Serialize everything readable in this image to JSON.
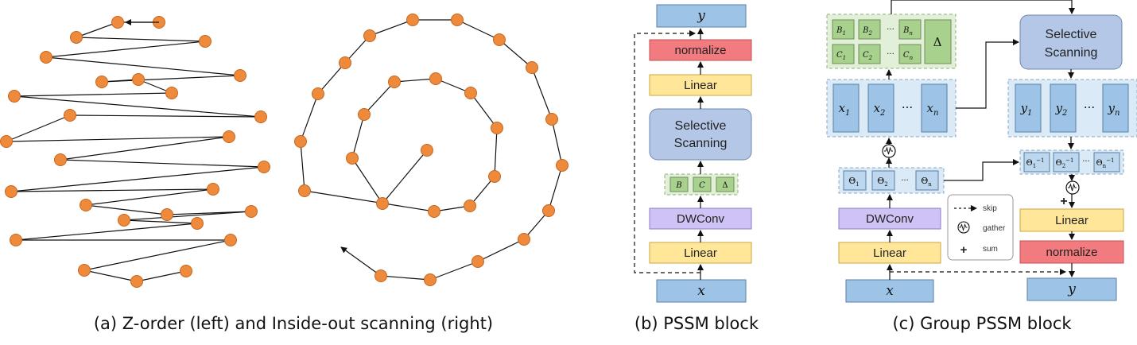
{
  "captions": {
    "a": "(a) Z-order (left) and Inside-out scanning (right)",
    "b": "(b) PSSM block",
    "c": "(c) Group PSSM block"
  },
  "pssm": {
    "y": "y",
    "normalize": "normalize",
    "linear_top": "Linear",
    "selective_1": "Selective",
    "selective_2": "Scanning",
    "B": "B",
    "C": "C",
    "delta": "Δ",
    "dwconv": "DWConv",
    "linear_bottom": "Linear",
    "x": "x"
  },
  "group": {
    "B1": "B",
    "B1s": "1",
    "B2": "B",
    "B2s": "2",
    "Bn": "B",
    "Bns": "n",
    "C1": "C",
    "C1s": "1",
    "C2": "C",
    "C2s": "2",
    "Cn": "C",
    "Cns": "n",
    "dots": "···",
    "delta": "Δ",
    "selective_1": "Selective",
    "selective_2": "Scanning",
    "x1": "x",
    "x1s": "1",
    "x2": "x",
    "x2s": "2",
    "xn": "x",
    "xns": "n",
    "y1": "y",
    "y1s": "1",
    "y2": "y",
    "y2s": "2",
    "yn": "y",
    "yns": "n",
    "t1": "Θ",
    "t1s": "1",
    "t2": "Θ",
    "t2s": "2",
    "tn": "Θ",
    "tns": "n",
    "ti1": "Θ",
    "ti1s": "1",
    "ti1p": "−1",
    "ti2": "Θ",
    "ti2s": "2",
    "ti2p": "−1",
    "tin": "Θ",
    "tins": "n",
    "tinp": "−1",
    "dwconv": "DWConv",
    "linear_left": "Linear",
    "linear_right": "Linear",
    "normalize": "normalize",
    "x": "x",
    "y": "y",
    "plus": "+",
    "legend_skip": "skip",
    "legend_gather": "gather",
    "legend_sum": "sum"
  },
  "colors": {
    "point": "#ee8a3c",
    "blue_box": "#9dc3e6",
    "red_box": "#f27b7f",
    "yellow_box": "#ffe699",
    "purple_box": "#cfc2f5",
    "selective_box": "#b4c7e7",
    "green_box": "#a9d18e",
    "light_blue": "#dbeaf7"
  }
}
